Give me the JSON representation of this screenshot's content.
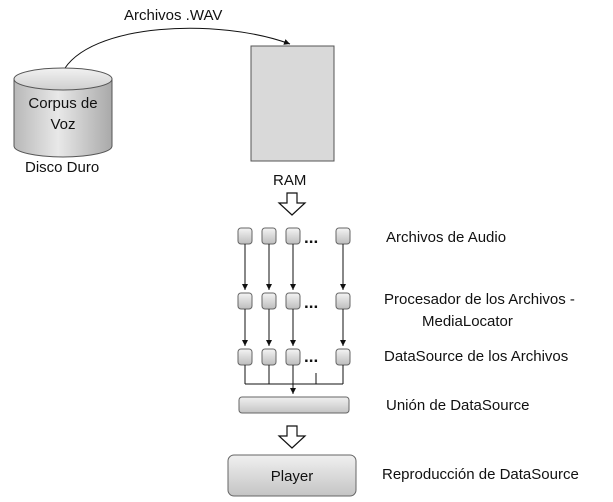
{
  "caption_top": "Archivos .WAV",
  "disk": {
    "line1": "Corpus de",
    "line2": "Voz",
    "label": "Disco Duro"
  },
  "ram": {
    "label": "RAM"
  },
  "rows": {
    "audio": "Archivos de Audio",
    "processor_line1": "Procesador de los Archivos -",
    "processor_line2": "MediaLocator",
    "datasource": "DataSource de los Archivos",
    "union": "Unión de DataSource",
    "playback": "Reproducción de DataSource"
  },
  "ellipsis": "...",
  "player": {
    "label": "Player"
  }
}
